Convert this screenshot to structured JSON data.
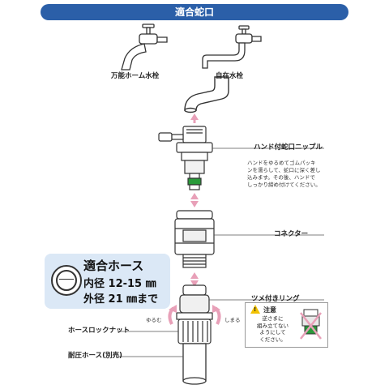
{
  "header": {
    "title": "適合蛇口"
  },
  "faucets": {
    "left_label": "万能ホーム水栓",
    "right_label": "自在水栓"
  },
  "parts": {
    "nipple_label": "ハンド付蛇口ニップル",
    "nipple_note": [
      "ハンドをゆるめてゴムパッキ",
      "ンを濡らして、蛇口に深く差し",
      "込みます。その後、ハンドで",
      "しっかり締め付けてください。"
    ],
    "connector_label": "コネクター",
    "ring_label": "ツメ付きリング",
    "lock_nut_label": "ホースロックナット",
    "hose_label": "耐圧ホース(別売)",
    "loosen": "ゆるむ",
    "tighten": "しまる"
  },
  "fit_hose": {
    "title": "適合ホース",
    "inner": "内径 12-15 ㎜",
    "outer": "外径 21 ㎜まで"
  },
  "caution": {
    "title": "注意",
    "text": [
      "逆さまに",
      "組み立てない",
      "ようにして",
      "ください。"
    ]
  },
  "colors": {
    "header": "#2b5fa8",
    "accent_pink": "#e8a0b8",
    "fit_bg": "#dbe8f6",
    "warning": "#f2c200"
  }
}
